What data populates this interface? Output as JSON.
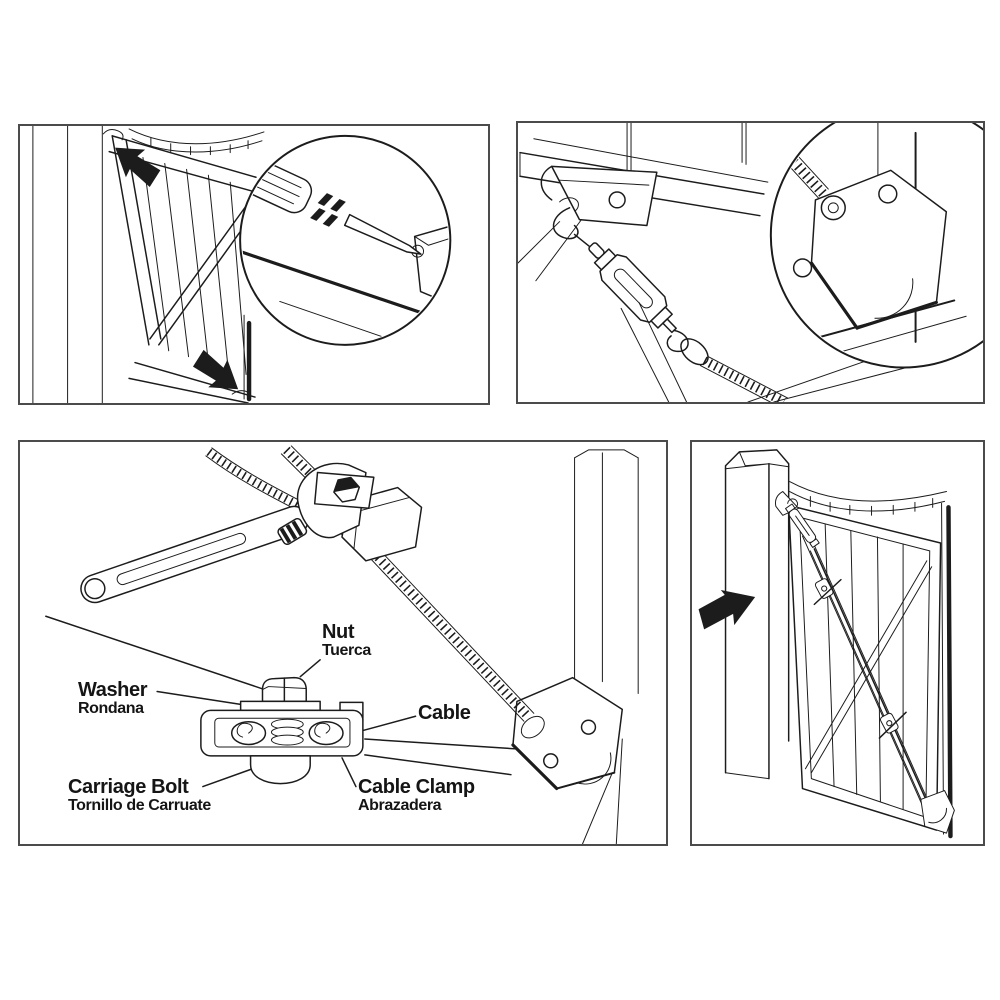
{
  "sheet": {
    "type": "gate-anti-sag-cable-kit-installation-diagram",
    "background": "#ffffff",
    "art_color": "#1c1c1c",
    "panel_border_color": "#4b4b4b",
    "panels": [
      {
        "id": "step-1",
        "name": "sagging-gate-with-screwdriver-detail"
      },
      {
        "id": "step-2",
        "name": "hook-turnbuckle-on-corner-bracket"
      },
      {
        "id": "step-3",
        "name": "tighten-cable-clamp-with-wrench"
      },
      {
        "id": "step-4",
        "name": "completed-gate-with-anti-sag-cable"
      }
    ]
  },
  "part_labels": {
    "nut": {
      "en": "Nut",
      "es": "Tuerca"
    },
    "washer": {
      "en": "Washer",
      "es": "Rondana"
    },
    "cable": {
      "en": "Cable"
    },
    "carriage_bolt": {
      "en": "Carriage Bolt",
      "es": "Tornillo de Carruate"
    },
    "cable_clamp": {
      "en": "Cable Clamp",
      "es": "Abrazadera"
    }
  }
}
